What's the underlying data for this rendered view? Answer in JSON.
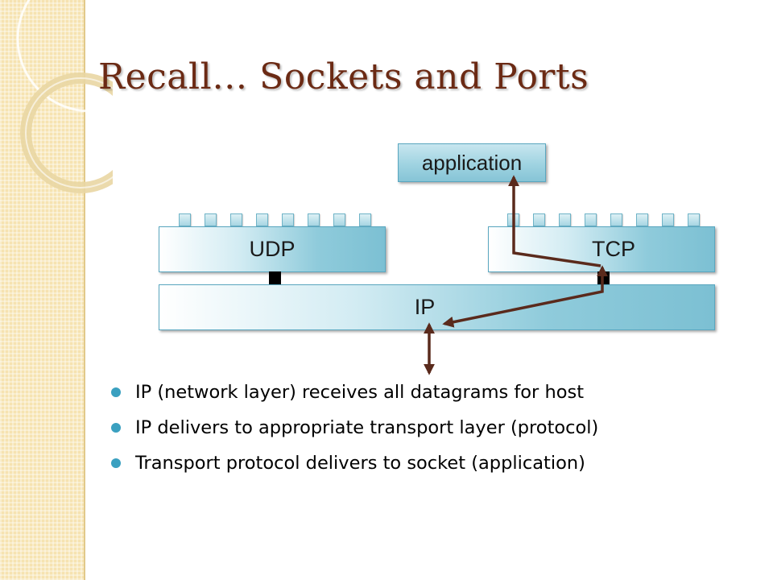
{
  "slide": {
    "title": "Recall… Sockets and Ports"
  },
  "diagram": {
    "application_label": "application",
    "udp_label": "UDP",
    "tcp_label": "TCP",
    "ip_label": "IP",
    "arrow_color": "#5a2a1c",
    "box_color": "#7cc0d3"
  },
  "bullets": [
    "IP (network layer) receives all datagrams for host",
    "IP delivers to appropriate transport layer (protocol)",
    "Transport protocol delivers to socket (application)"
  ],
  "colors": {
    "title": "#6b2a14",
    "bullet_marker": "#3aa0c0",
    "sidebar": "#f6e3b1"
  }
}
